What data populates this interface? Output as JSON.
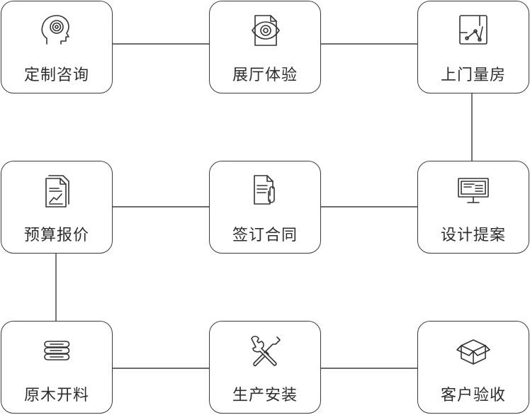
{
  "steps": [
    {
      "label": "定制咨询",
      "icon": "consult-head-icon"
    },
    {
      "label": "展厅体验",
      "icon": "eye-document-icon"
    },
    {
      "label": "上门量房",
      "icon": "floorplan-measure-icon"
    },
    {
      "label": "预算报价",
      "icon": "quote-chart-document-icon"
    },
    {
      "label": "签订合同",
      "icon": "contract-clip-icon"
    },
    {
      "label": "设计提案",
      "icon": "monitor-design-icon"
    },
    {
      "label": "原木开料",
      "icon": "wood-boards-icon"
    },
    {
      "label": "生产安装",
      "icon": "tools-icon"
    },
    {
      "label": "客户验收",
      "icon": "open-box-icon"
    }
  ],
  "colors": {
    "stroke": "#3a3a3a",
    "text": "#2d2d2d",
    "background": "#ffffff"
  }
}
